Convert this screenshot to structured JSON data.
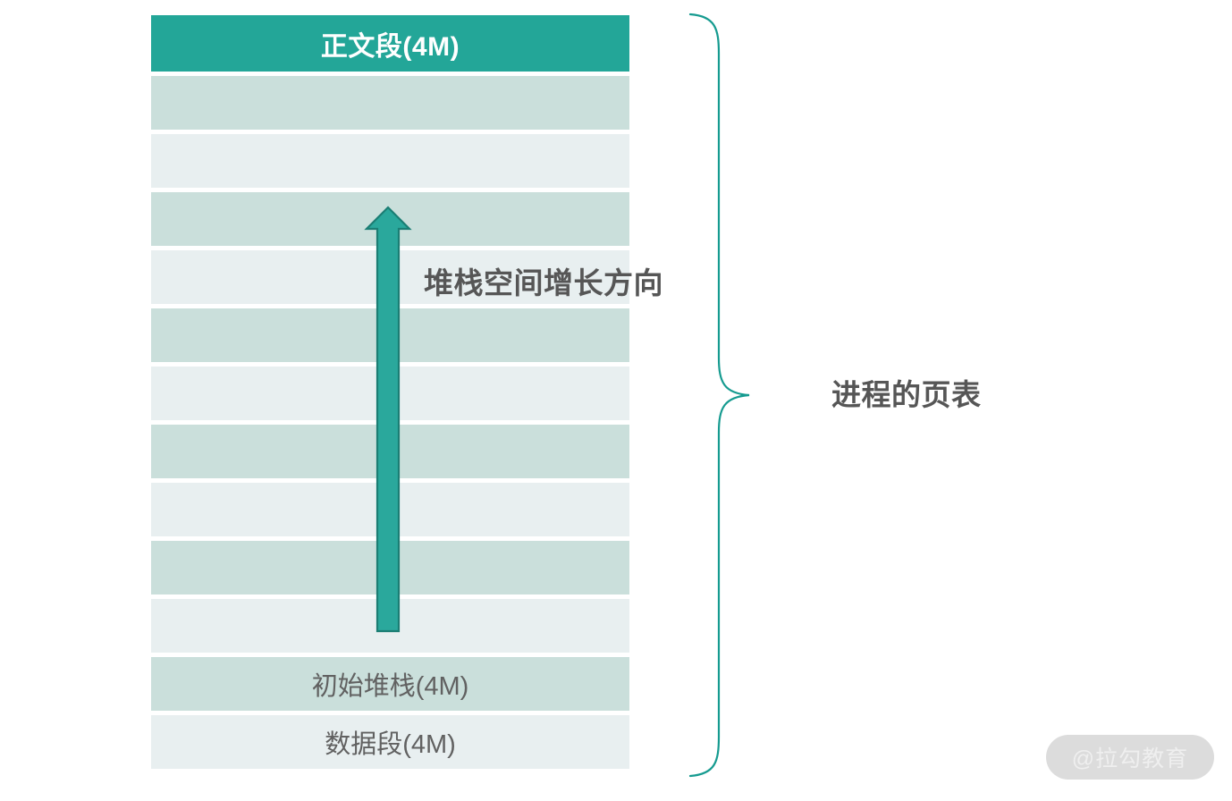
{
  "diagram": {
    "title_row": {
      "label": "正文段(4M)",
      "size": "4M",
      "fill": "#23a698",
      "text_color": "#ffffff"
    },
    "memory_rows": [
      {
        "label": "正文段(4M)",
        "kind": "header",
        "shade": "header"
      },
      {
        "label": "",
        "kind": "filler",
        "shade": "dark"
      },
      {
        "label": "",
        "kind": "filler",
        "shade": "light"
      },
      {
        "label": "",
        "kind": "filler",
        "shade": "dark"
      },
      {
        "label": "",
        "kind": "filler",
        "shade": "light"
      },
      {
        "label": "",
        "kind": "filler",
        "shade": "dark"
      },
      {
        "label": "",
        "kind": "filler",
        "shade": "light"
      },
      {
        "label": "",
        "kind": "filler",
        "shade": "dark"
      },
      {
        "label": "",
        "kind": "filler",
        "shade": "light"
      },
      {
        "label": "",
        "kind": "filler",
        "shade": "dark"
      },
      {
        "label": "",
        "kind": "filler",
        "shade": "light"
      },
      {
        "label": "初始堆栈(4M)",
        "kind": "labeled",
        "shade": "dark"
      },
      {
        "label": "数据段(4M)",
        "kind": "labeled",
        "shade": "light"
      }
    ],
    "arrow": {
      "label": "堆栈空间增长方向",
      "direction": "up",
      "fill": "#2aa89c",
      "stroke": "#1b7e74"
    },
    "brace": {
      "label": "进程的页表",
      "stroke": "#169b90",
      "side": "right"
    },
    "colors": {
      "accent_teal": "#23a698",
      "row_dark": "#cadfdb",
      "row_light": "#e8eff0",
      "label_gray": "#565656",
      "row_label_gray": "#616161",
      "background": "#ffffff"
    }
  },
  "watermark": {
    "text": "@拉勾教育",
    "pill_color": "#dcdcdc",
    "text_color": "#efefef"
  }
}
